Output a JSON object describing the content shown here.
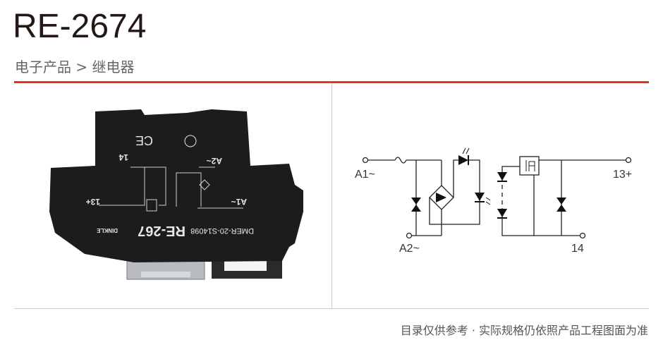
{
  "header": {
    "title": "RE-2674",
    "breadcrumb": "电子产品 > 继电器"
  },
  "product_photo": {
    "model_print": "RE-267",
    "brand_print": "DINKLE",
    "code_print": "DMER-20-S14098",
    "terminals": [
      "14",
      "13+",
      "A2~",
      "A1~"
    ]
  },
  "schematic": {
    "labels": {
      "a1": "A1~",
      "a2": "A2~",
      "out_plus": "13+",
      "out_minus": "14"
    }
  },
  "footer": {
    "note": "目录仅供参考 · 实际规格仍依照产品工程图面为准"
  },
  "colors": {
    "accent": "#e8321e",
    "text": "#231815",
    "divider": "#cccccc"
  }
}
